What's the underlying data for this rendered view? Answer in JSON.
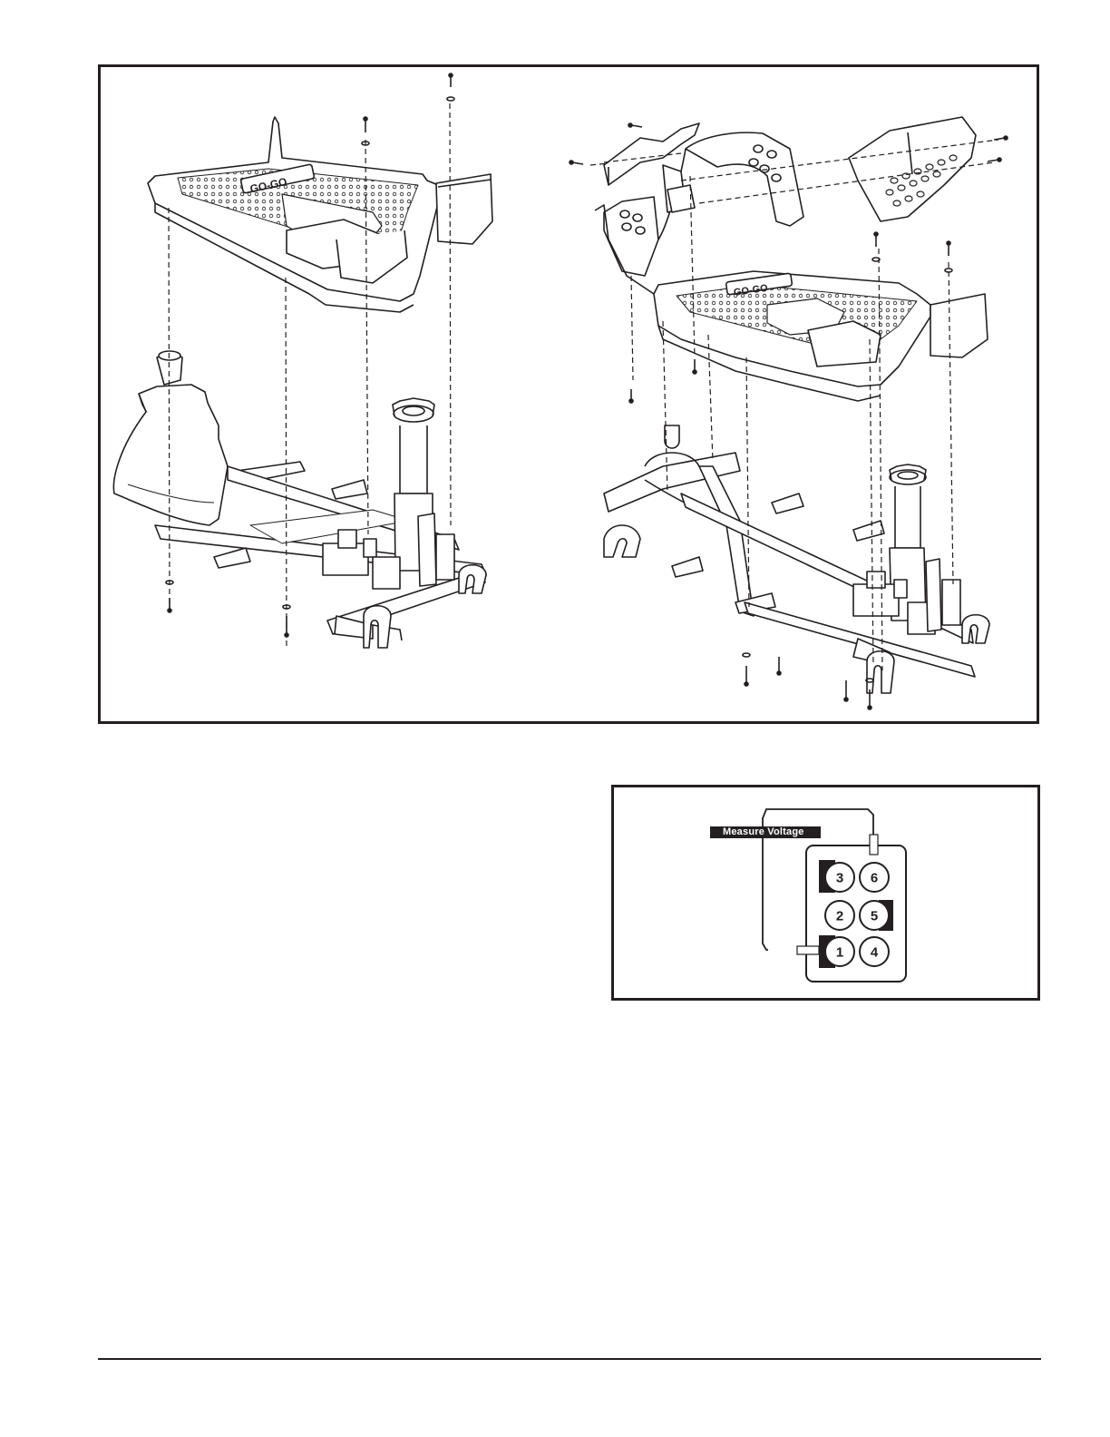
{
  "figure_top": {
    "left_assembly": {
      "logo_text": "GO-GO"
    },
    "right_assembly": {
      "logo_text": "GO-GO"
    }
  },
  "pin_diagram": {
    "label": "Measure Voltage",
    "pins": [
      {
        "number": "3",
        "shaded": true
      },
      {
        "number": "6",
        "shaded": false
      },
      {
        "number": "2",
        "shaded": false
      },
      {
        "number": "5",
        "shaded": true
      },
      {
        "number": "1",
        "shaded": true
      },
      {
        "number": "4",
        "shaded": false
      }
    ]
  },
  "colors": {
    "ink": "#231f20",
    "paper": "#ffffff",
    "shade": "#cfcfcf"
  }
}
